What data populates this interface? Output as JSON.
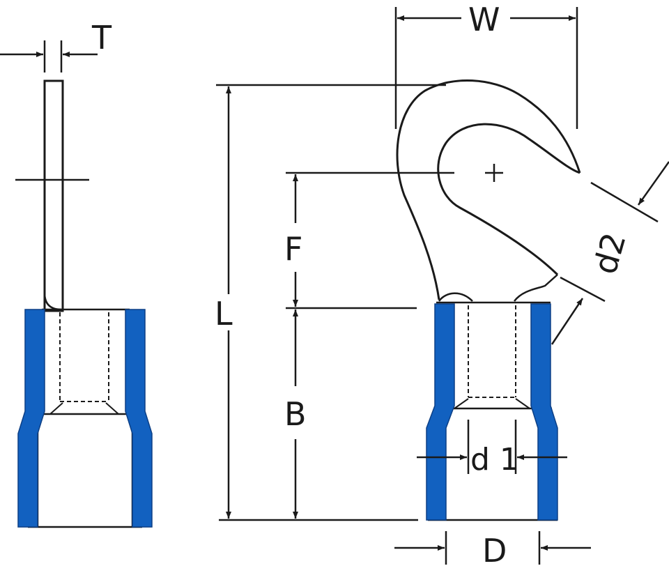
{
  "diagram": {
    "title": "",
    "labels": {
      "T": "T",
      "W": "W",
      "L": "L",
      "F": "F",
      "B": "B",
      "d2": "d2",
      "d1": "d 1",
      "D": "D"
    }
  },
  "colors": {
    "stroke": "#1a1a1a",
    "insulation": "#1261c0",
    "background": "#ffffff"
  }
}
